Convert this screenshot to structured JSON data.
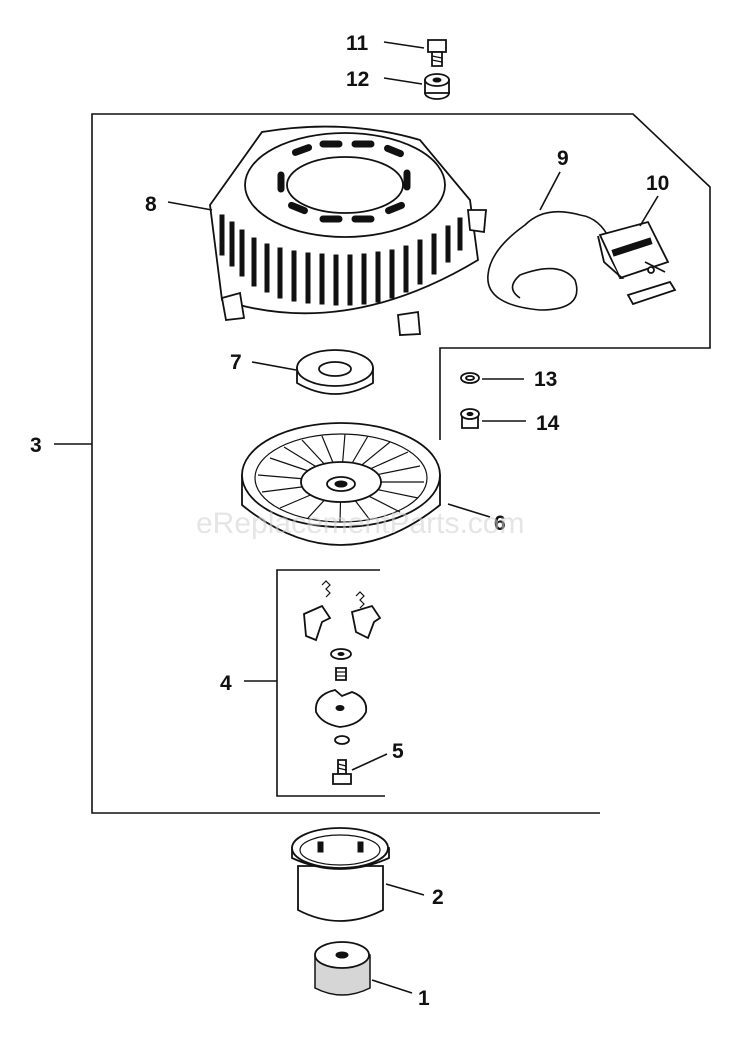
{
  "watermark": "eReplacementParts.com",
  "callouts": [
    {
      "id": "11",
      "label": "11"
    },
    {
      "id": "12",
      "label": "12"
    },
    {
      "id": "9",
      "label": "9"
    },
    {
      "id": "10",
      "label": "10"
    },
    {
      "id": "8",
      "label": "8"
    },
    {
      "id": "7",
      "label": "7"
    },
    {
      "id": "13",
      "label": "13"
    },
    {
      "id": "14",
      "label": "14"
    },
    {
      "id": "3",
      "label": "3"
    },
    {
      "id": "6",
      "label": "6"
    },
    {
      "id": "4",
      "label": "4"
    },
    {
      "id": "5",
      "label": "5"
    },
    {
      "id": "2",
      "label": "2"
    },
    {
      "id": "1",
      "label": "1"
    }
  ]
}
